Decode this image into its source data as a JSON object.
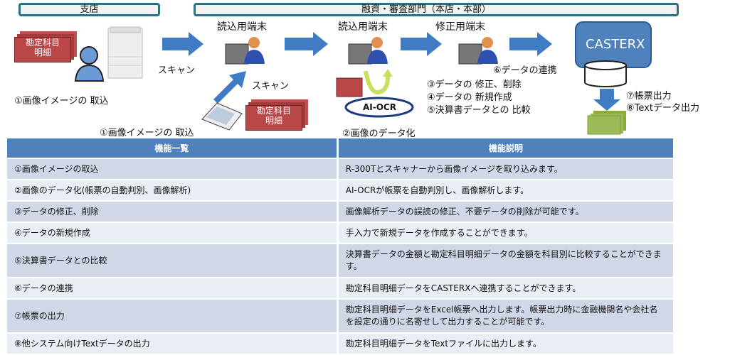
{
  "diagram": {
    "branch_label": "支店",
    "dept_label": "融資・審査部門（本店・本部）",
    "doc_label": "勘定科目\n明細",
    "doc_line1": "勘定科目",
    "doc_line2": "明細",
    "terminal_read": "読込用端末",
    "terminal_edit": "修正用端末",
    "scan": "スキャン",
    "step1": "①画像イメージの 取込",
    "step2": "②画像のデータ化",
    "ocr": "AI-OCR",
    "step3": "③データの 修正、削除",
    "step4": "④データの 新規作成",
    "step5": "⑤決算書データとの 比較",
    "step6": "⑥データの連携",
    "casterx": "CASTERX",
    "step7": "⑦帳票出力",
    "step8": "⑧Textデータ出力"
  },
  "table": {
    "headers": [
      "機能一覧",
      "機能説明"
    ],
    "rows": [
      [
        "①画像イメージの取込",
        "R-300Tとスキャナーから画像イメージを取り込みます。"
      ],
      [
        "②画像のデータ化(帳票の自動判別、画像解析)",
        "AI-OCRが帳票を自動判別し、画像解析します。"
      ],
      [
        "③データの修正、削除",
        "画像解析データの誤読の修正、不要データの削除が可能です。"
      ],
      [
        "④データの新規作成",
        "手入力で新規データを作成することができます。"
      ],
      [
        "⑤決算書データとの比較",
        "決算書データの金額と勘定科目明細データの金額を科目別に比較することができます。"
      ],
      [
        "⑥データの連携",
        "勘定科目明細データをCASTERXへ連携することができます。"
      ],
      [
        "⑦帳票の出力",
        "勘定科目明細データをExcel帳票へ出力します。帳票出力時に金融機関名や会社名を設定の通りに名寄せして出力することが可能です。"
      ],
      [
        "⑧他システム向けTextデータの出力",
        "勘定科目明細データをTextファイルに出力します。"
      ]
    ]
  }
}
